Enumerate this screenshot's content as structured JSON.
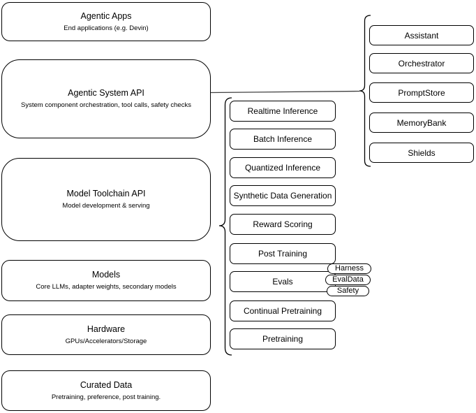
{
  "left_stack": [
    {
      "title": "Agentic Apps",
      "subtitle": "End applications (e.g. Devin)"
    },
    {
      "title": "Agentic System API",
      "subtitle": "System component orchestration, tool calls, safety checks"
    },
    {
      "title": "Model Toolchain API",
      "subtitle": "Model development & serving"
    },
    {
      "title": "Models",
      "subtitle": "Core LLMs, adapter weights, secondary models"
    },
    {
      "title": "Hardware",
      "subtitle": "GPUs/Accelerators/Storage"
    },
    {
      "title": "Curated Data",
      "subtitle": "Pretraining, preference, post training."
    }
  ],
  "toolchain_items": [
    "Realtime Inference",
    "Batch Inference",
    "Quantized Inference",
    "Synthetic Data Generation",
    "Reward Scoring",
    "Post Training",
    "Evals",
    "Continual Pretraining",
    "Pretraining"
  ],
  "eval_tags": [
    "Harness",
    "EvalData",
    "Safety"
  ],
  "system_components": [
    "Assistant",
    "Orchestrator",
    "PromptStore",
    "MemoryBank",
    "Shields"
  ],
  "colors": {
    "background": "#ffffff",
    "box_fill": "#ffffff",
    "box_border": "#000000",
    "connector": "#404040"
  }
}
